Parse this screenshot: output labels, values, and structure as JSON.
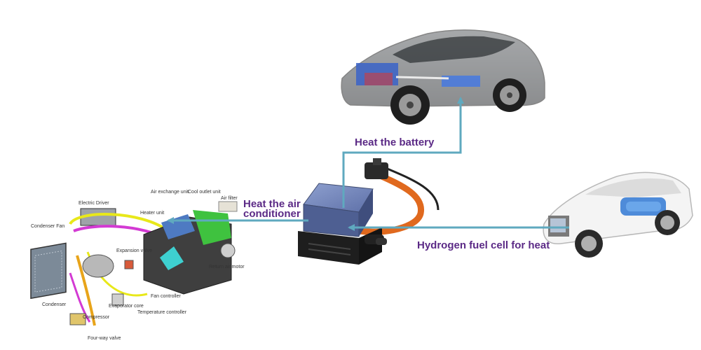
{
  "colors": {
    "arrow": "#5fa9bf",
    "label": "#5b2a86",
    "heater": "#6f82b8",
    "cable": "#e0691e"
  },
  "labels": {
    "heat_battery": "Heat the battery",
    "heat_ac_line1": "Heat the air",
    "heat_ac_line2": "conditioner",
    "hydrogen": "Hydrogen fuel cell for heat"
  },
  "hvac_parts": {
    "air_exchange": "Air exchange unit",
    "cool_outlet": "Cool outlet unit",
    "air_filter": "Air filter",
    "electric_driver": "Electric Driver",
    "heater_unit": "Heater unit",
    "condenser_fan": "Condenser Fan",
    "expansion_valve": "Expansion valve",
    "return_air_motor": "Return air motor",
    "fan_controller": "Fan controller",
    "evaporator_core": "Evaporator core",
    "temperature_controller": "Temperature controller",
    "condenser": "Condenser",
    "compressor": "Compressor",
    "four_way_valve": "Four-way valve"
  },
  "icons": {
    "top_car": "car-xray-icon",
    "right_car": "car-fuelcell-icon",
    "heater": "ptc-heater-icon",
    "hvac": "hvac-system-icon"
  }
}
